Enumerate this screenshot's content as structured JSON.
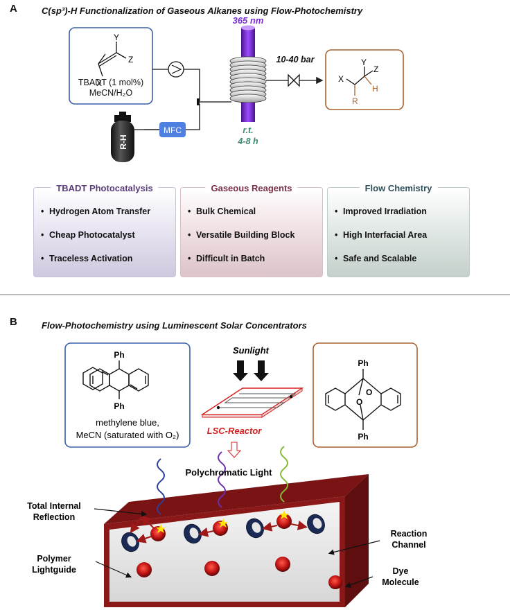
{
  "panel_a": {
    "letter": "A",
    "title": "C(sp³)-H Functionalization of Gaseous Alkanes using Flow-Photochemistry",
    "reagent_box": {
      "y_label": "Y",
      "z_label": "Z",
      "x_label": "X",
      "line1": "TBADT (1 mol%)",
      "line2": "MeCN/H₂O"
    },
    "wavelength": "365 nm",
    "pressure": "10-40 bar",
    "conditions_rt": "r.t.",
    "conditions_time": "4-8 h",
    "mfc_label": "MFC",
    "cylinder_label": "R-H",
    "product": {
      "x": "X",
      "y": "Y",
      "z": "Z",
      "h": "H",
      "r": "R"
    },
    "cards": [
      {
        "title": "TBADT Photocatalysis",
        "items": [
          "Hydrogen Atom Transfer",
          "Cheap Photocatalyst",
          "Traceless Activation"
        ],
        "title_color": "#5a3d7a"
      },
      {
        "title": "Gaseous Reagents",
        "items": [
          "Bulk Chemical",
          "Versatile Building Block",
          "Difficult in Batch"
        ],
        "title_color": "#7a2f44"
      },
      {
        "title": "Flow Chemistry",
        "items": [
          "Improved Irradiation",
          "High Interfacial Area",
          "Safe and Scalable"
        ],
        "title_color": "#2f4f5a"
      }
    ]
  },
  "panel_b": {
    "letter": "B",
    "title": "Flow-Photochemistry using Luminescent Solar Concentrators",
    "sm_ph_top": "Ph",
    "sm_ph_bottom": "Ph",
    "sm_line1": "methylene blue,",
    "sm_line2": "MeCN (saturated with O₂)",
    "sunlight": "Sunlight",
    "reactor_label": "LSC-Reactor",
    "prod_ph_top": "Ph",
    "prod_ph_bottom": "Ph",
    "prod_o1": "O",
    "prod_o2": "O",
    "polychromatic": "Polychromatic Light",
    "tir_line1": "Total Internal",
    "tir_line2": "Reflection",
    "poly_line1": "Polymer",
    "poly_line2": "Lightguide",
    "rc_line1": "Reaction",
    "rc_line2": "Channel",
    "dye_line1": "Dye",
    "dye_line2": "Molecule"
  },
  "colors": {
    "box_blue": "#3b5ea8",
    "box_brown": "#a8602f",
    "purple": "#7a2fd0",
    "green_text": "#3e8a6e",
    "mfc_blue": "#4f7fe0",
    "red": "#d42020",
    "dark_red": "#7a1414"
  }
}
